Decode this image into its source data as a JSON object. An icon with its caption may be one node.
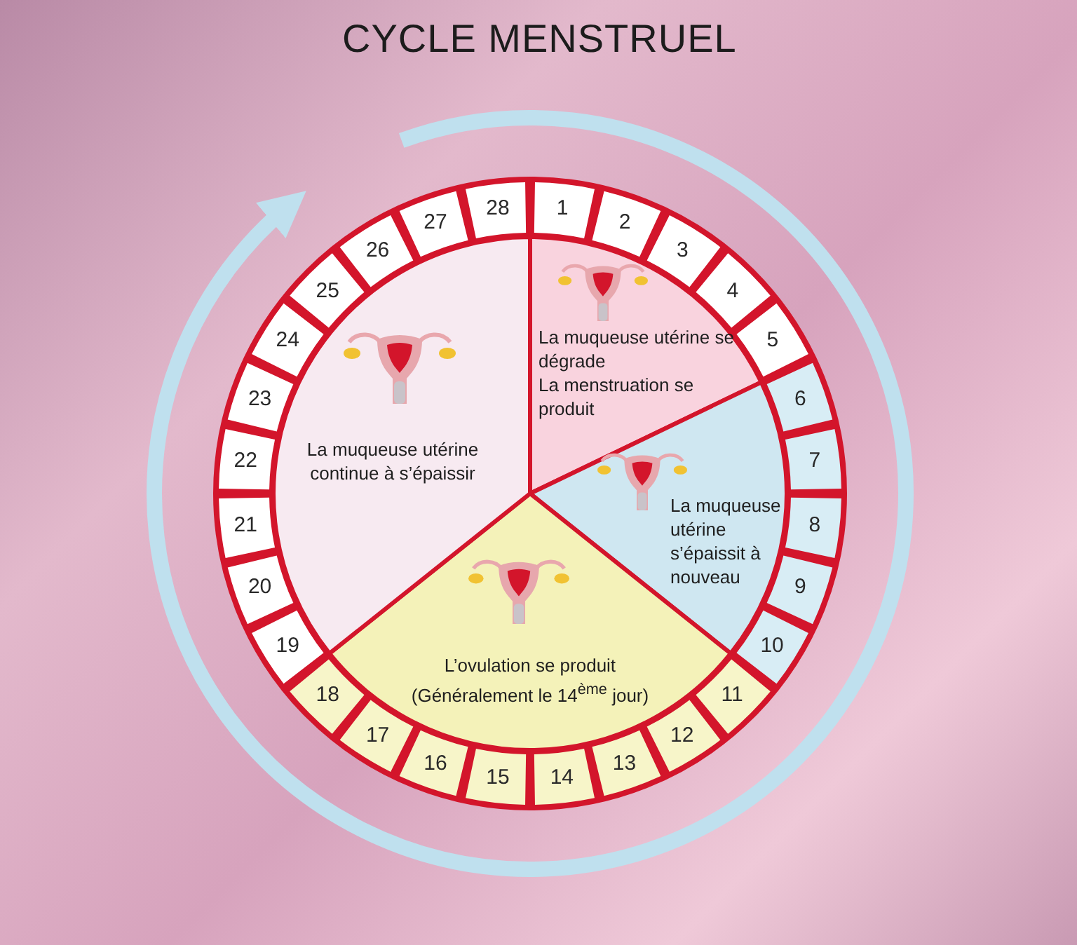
{
  "diagram": {
    "title": "CYCLE MENSTRUEL",
    "nodes": [
      {
        "text": [
          "La muqueuse utérine se dégrade",
          "La menstruation se produit"
        ]
      },
      {
        "text": [
          "La muqueuse utérine s’épaissit à nouveau"
        ]
      },
      {
        "text": [
          "L’ovulation se produit",
          "(Généralement le 14$^{ème}$ jour)"
        ]
      },
      {
        "text": [
          "La muqueuse utérine continue à s’épaissir"
        ]
      }
    ],
    "edges": [],
    "labels": [
      "1",
      "2",
      "3",
      "4",
      "5",
      "6",
      "7",
      "8",
      "9",
      "10",
      "11",
      "12",
      "13",
      "14",
      "15",
      "16",
      "17",
      "18",
      "19",
      "20",
      "21",
      "22",
      "23",
      "24",
      "25",
      "26",
      "27",
      "28"
    ]
  }
}
